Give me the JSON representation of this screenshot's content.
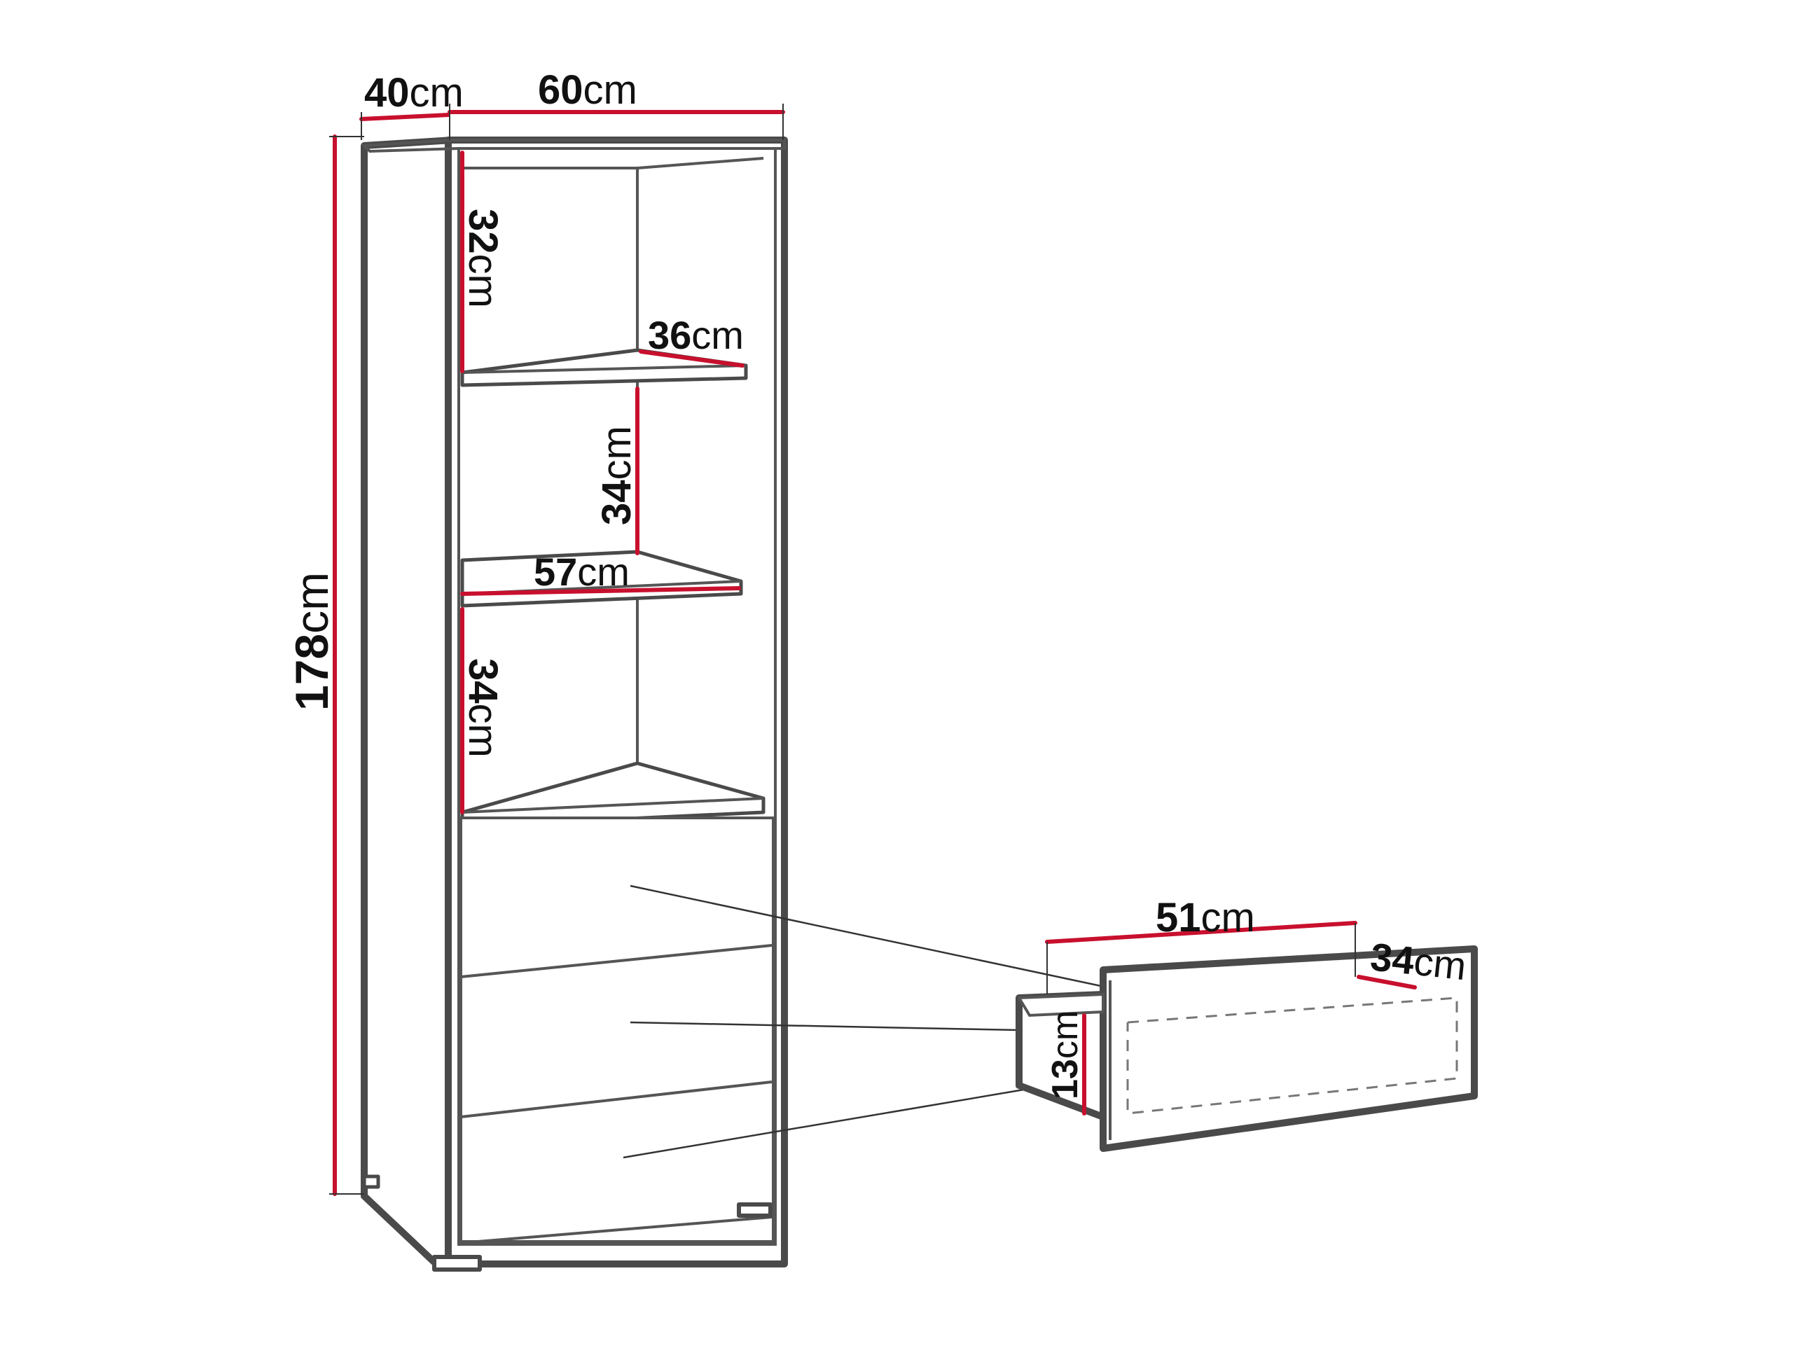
{
  "diagram": {
    "unit": "cm",
    "colors": {
      "dimension_line": "#c8102e",
      "outline": "#4a4a4a",
      "text": "#111111",
      "background": "#ffffff"
    },
    "dimensions": {
      "depth": "40",
      "width": "60",
      "height": "178",
      "shelf_top_height": "32",
      "shelf_depth": "36",
      "shelf_mid_height": "34",
      "shelf_width": "57",
      "shelf_low_height": "34",
      "drawer_width": "51",
      "drawer_depth": "34",
      "drawer_height": "13"
    }
  }
}
